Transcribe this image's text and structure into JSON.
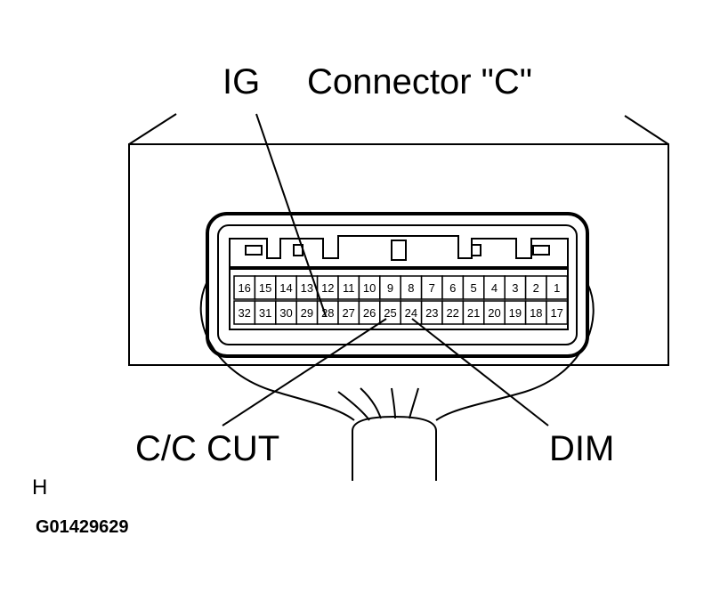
{
  "labels": {
    "ig": "IG",
    "connector": "Connector \"C\"",
    "cc_cut": "C/C CUT",
    "dim": "DIM",
    "h_mark": "H",
    "figure_id": "G01429629"
  },
  "connector": {
    "top_row": [
      "16",
      "15",
      "14",
      "13",
      "12",
      "11",
      "10",
      "9",
      "8",
      "7",
      "6",
      "5",
      "4",
      "3",
      "2",
      "1"
    ],
    "bottom_row": [
      "32",
      "31",
      "30",
      "29",
      "28",
      "27",
      "26",
      "25",
      "24",
      "23",
      "22",
      "21",
      "20",
      "19",
      "18",
      "17"
    ]
  },
  "callouts": {
    "ig_pin": "28",
    "cc_cut_pin": "25",
    "dim_pin": "24"
  }
}
